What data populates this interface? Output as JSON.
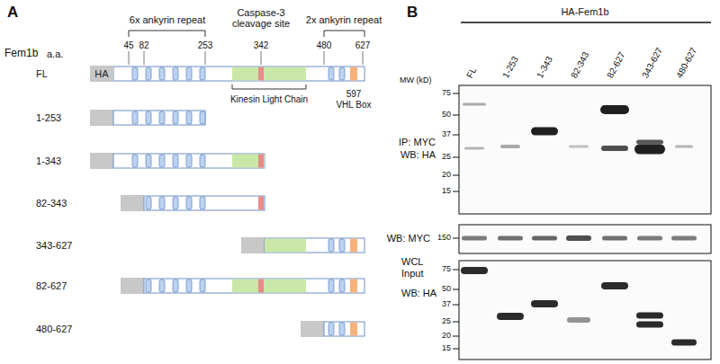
{
  "diagram": {
    "nodes": [
      {
        "text": [
          "HA"
        ]
      }
    ],
    "labels": [
      "A",
      "Fem1b",
      "a.a.",
      "6x ankyrin repeat",
      "45",
      "82",
      "253",
      "Caspase-3 cleavage site",
      "342",
      "2x ankyrin repeat",
      "480",
      "627",
      "Kinesin Light Chain",
      "597",
      "VHL Box",
      "FL",
      "1-253",
      "1-343",
      "82-343",
      "343-627",
      "82-627",
      "480-627",
      "B",
      "HA-Fem1b",
      "FL",
      "1-253",
      "1-343",
      "82-343",
      "82-627",
      "343-627",
      "480-627",
      "MW (kD)",
      "75",
      "50",
      "37",
      "25",
      "20",
      "15",
      "IP: MYC",
      "WB: HA",
      "WB: MYC",
      "150",
      "WCL",
      "Input",
      "WB: HA",
      "75",
      "50",
      "37",
      "25",
      "20",
      "15"
    ]
  }
}
